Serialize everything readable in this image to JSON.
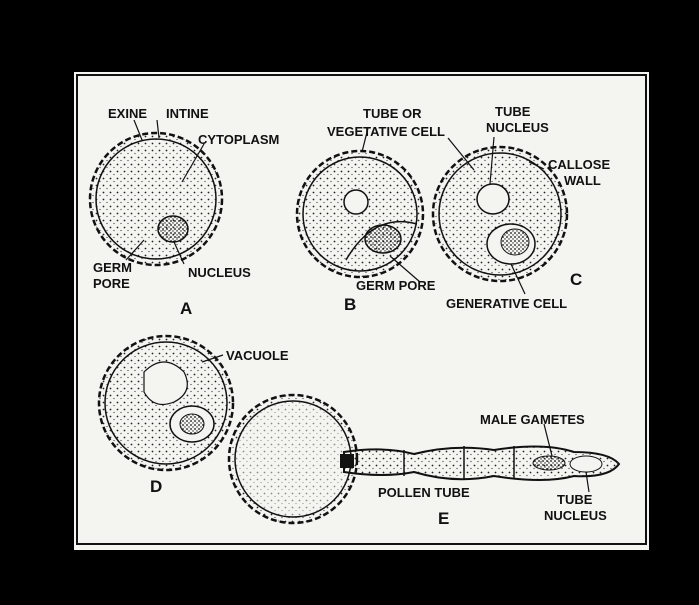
{
  "labels": {
    "exine": "EXINE",
    "intine": "INTINE",
    "cytoplasm": "CYTOPLASM",
    "germ_pore_1": "GERM",
    "germ_pore_2": "PORE",
    "nucleus": "NUCLEUS",
    "tube_or": "TUBE OR",
    "vegetative_cell": "VEGETATIVE CELL",
    "tube_nucleus_1": "TUBE",
    "tube_nucleus_2": "NUCLEUS",
    "callose_1": "CALLOSE",
    "callose_2": "WALL",
    "germ_pore_b": "GERM PORE",
    "generative_cell": "GENERATIVE CELL",
    "vacuole": "VACUOLE",
    "male_gametes": "MALE GAMETES",
    "pollen_tube": "POLLEN TUBE",
    "tube_nucleus_e1": "TUBE",
    "tube_nucleus_e2": "NUCLEUS"
  },
  "panel_letters": {
    "a": "A",
    "b": "B",
    "c": "C",
    "d": "D",
    "e": "E"
  }
}
